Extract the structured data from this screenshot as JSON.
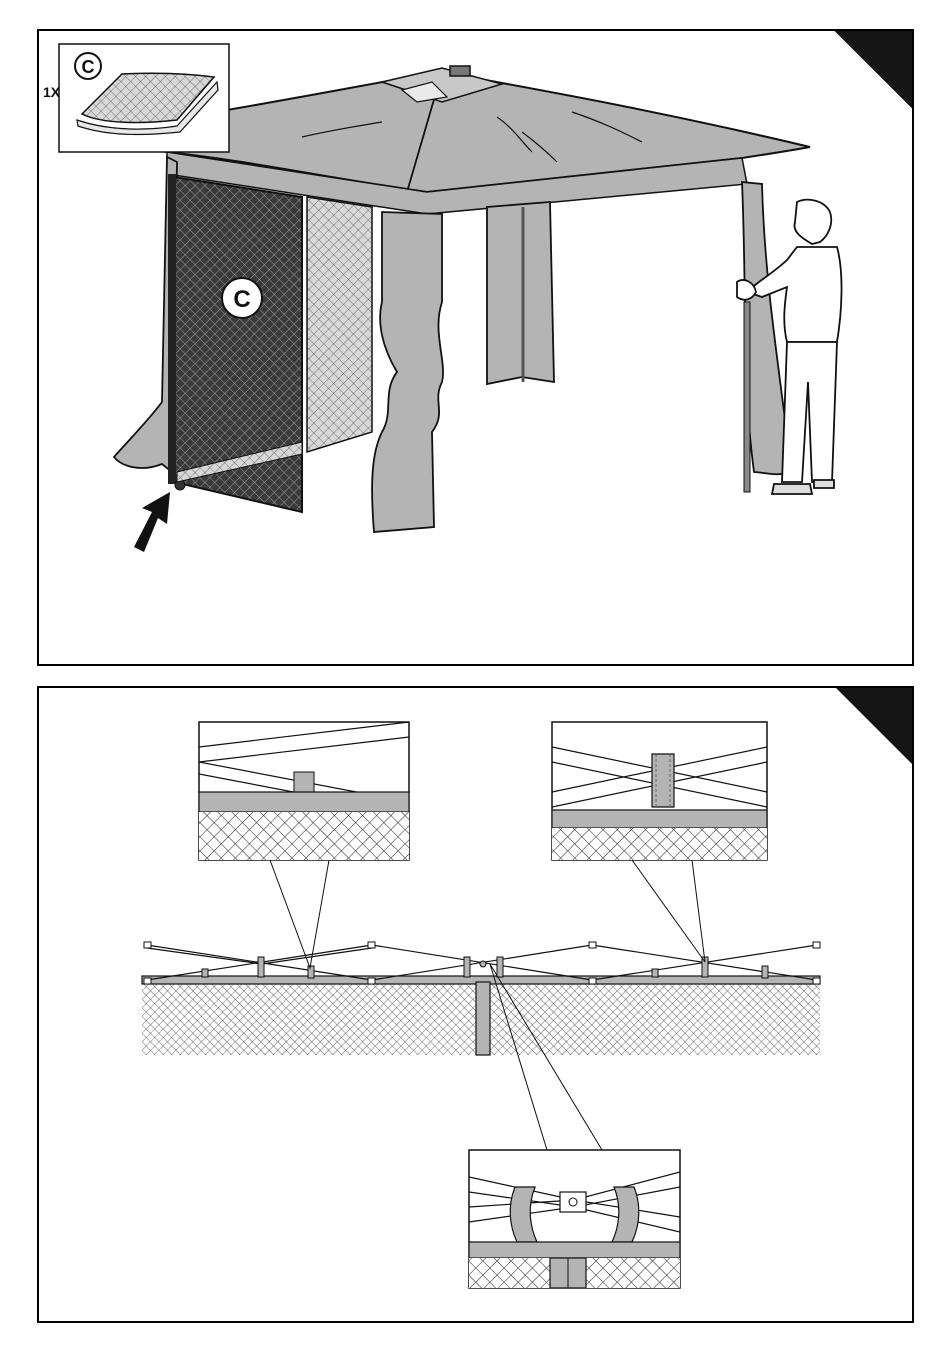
{
  "step1": {
    "part_quantity": "1X",
    "part_label": "C",
    "panel_label": "C"
  },
  "colors": {
    "fabric": "#b4b4b4",
    "mesh_dark": "#4a4a4a",
    "line": "#111111",
    "corner_mark": "#151515"
  }
}
